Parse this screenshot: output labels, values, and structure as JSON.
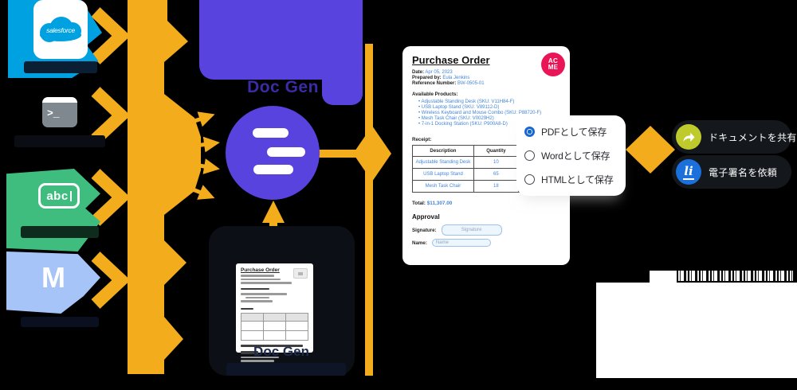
{
  "artwork": {
    "doc_gen_title": "Doc Gen",
    "footer_title": "Doc Gen"
  },
  "sources": {
    "salesforce_logo_text": "salesforce",
    "terminal_glyph": "&gt;_",
    "abc_glyph": "abc",
    "m_glyph": "M"
  },
  "purchase_order": {
    "title": "Purchase Order",
    "logo_line1": "AC",
    "logo_line2": "ME",
    "meta": [
      {
        "label": "Date:",
        "value": "Apr 05, 2023"
      },
      {
        "label": "Prepared by:",
        "value": "Eula Jenkins"
      },
      {
        "label": "Reference Number:",
        "value": "BW-0505-01"
      }
    ],
    "available_heading": "Available Products:",
    "products": [
      "Adjustable Standing Desk (SKU: V11H84-F)",
      "USB Laptop Stand (SKU: V89112-D)",
      "Wireless Keyboard and Mouse Combo (SKU: P88720-F)",
      "Mesh Task Chair (SKU: V0029H2)",
      "7-in-1 Docking Station (SKU: P900A8-D)"
    ],
    "receipt_heading": "Receipt:",
    "table": {
      "headers": [
        "Description",
        "Quantity"
      ],
      "rows": [
        {
          "description": "Adjustable Standing Desk",
          "quantity": "10"
        },
        {
          "description": "USB Laptop Stand",
          "quantity": "65"
        },
        {
          "description": "Mesh Task Chair",
          "quantity": "18"
        }
      ]
    },
    "total_label": "Total:",
    "total_value": "$11,307.00",
    "approval_heading": "Approval",
    "signature_label": "Signature:",
    "signature_placeholder": "Signature",
    "name_label": "Name:",
    "name_placeholder": "Name"
  },
  "mini_doc": {
    "title": "Purchase Order"
  },
  "save_menu": {
    "options": [
      {
        "label": "PDFとして保存",
        "selected": true
      },
      {
        "label": "Wordとして保存",
        "selected": false
      },
      {
        "label": "HTMLとして保存",
        "selected": false
      }
    ]
  },
  "actions": {
    "share_label": "ドキュメントを共有",
    "esign_label": "電子署名を依頼"
  },
  "colors": {
    "flow_yellow": "#F2AC1C",
    "brand_purple": "#5843DF",
    "salesforce_blue": "#00A1E0",
    "green": "#3EBD7E",
    "periwinkle": "#A6C4F8",
    "acme_pink": "#EA1557",
    "link_blue": "#4285D8",
    "radio_blue": "#1767D2"
  }
}
